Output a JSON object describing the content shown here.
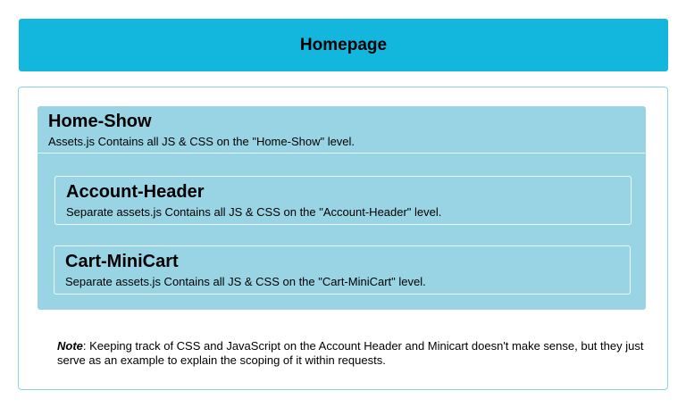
{
  "header": {
    "title": "Homepage",
    "background_color": "#13b6dc"
  },
  "home_show": {
    "title": "Home-Show",
    "description": "Assets.js Contains all JS & CSS on the \"Home-Show\" level.",
    "background_color": "#99d4e4"
  },
  "children": [
    {
      "title": "Account-Header",
      "description": "Separate assets.js Contains all JS & CSS on the \"Account-Header\" level."
    },
    {
      "title": "Cart-MiniCart",
      "description": "Separate assets.js Contains all JS & CSS on the \"Cart-MiniCart\" level."
    }
  ],
  "note": {
    "label": "Note",
    "text": ": Keeping track of CSS and JavaScript on the Account Header and Minicart doesn't make sense, but they just serve as an example to explain the scoping of it within requests."
  }
}
